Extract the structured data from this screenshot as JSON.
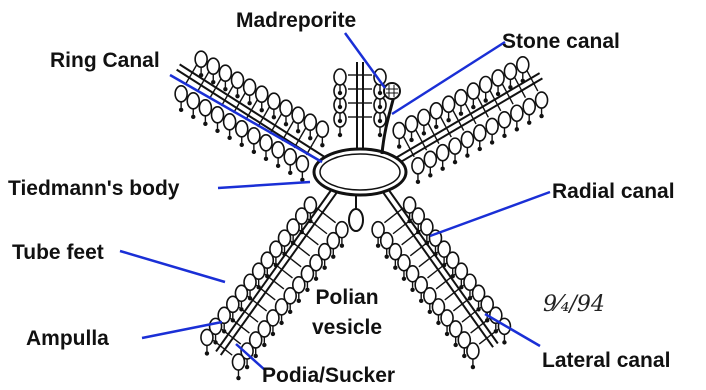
{
  "labels": {
    "madreporite": "Madreporite",
    "ring_canal": "Ring Canal",
    "stone_canal": "Stone canal",
    "tiedmanns_body": "Tiedmann's body",
    "radial_canal": "Radial canal",
    "tube_feet": "Tube feet",
    "polian_line1": "Polian",
    "polian_line2": "vesicle",
    "ampulla": "Ampulla",
    "podia_sucker": "Podia/Sucker",
    "lateral_canal": "Lateral canal"
  },
  "signature": "9⁄₄/94",
  "colors": {
    "pointer": "#1a2fd6",
    "ink": "#111111"
  }
}
